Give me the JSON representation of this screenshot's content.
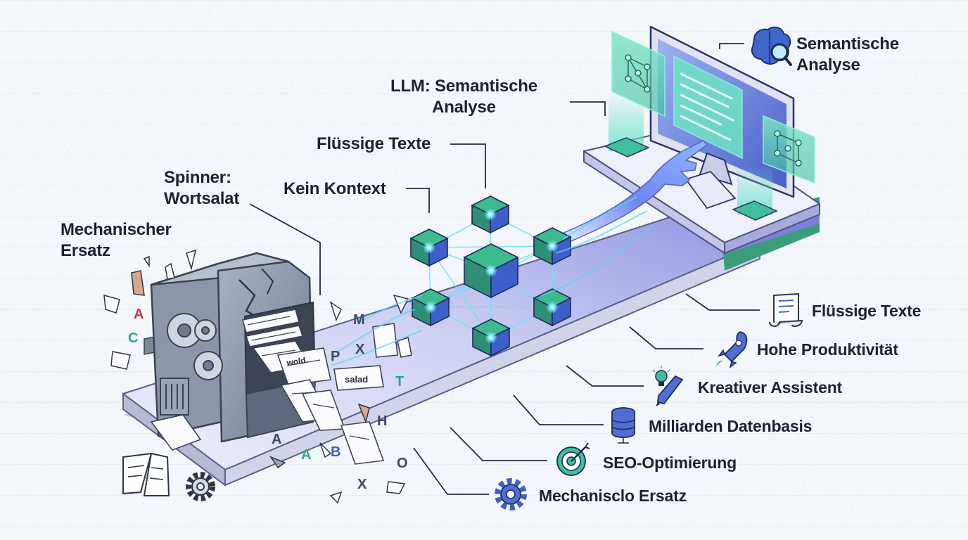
{
  "labels": {
    "semantic_top_line1": "Semantische",
    "semantic_top_line2": "Analyse",
    "llm_line1": "LLM: Semantische",
    "llm_line2": "Analyse",
    "fluent_mid": "Flüssige Texte",
    "no_context": "Kein Kontext",
    "spinner_line1": "Spinner:",
    "spinner_line2": "Wortsalat",
    "mech_line1": "Mechanischer",
    "mech_line2": "Ersatz"
  },
  "benefits": [
    {
      "label": "Flüssige Texte",
      "icon": "scroll-document-icon"
    },
    {
      "label": "Hohe Produktivität",
      "icon": "rocket-icon"
    },
    {
      "label": "Kreativer Assistent",
      "icon": "lightbulb-pen-icon"
    },
    {
      "label": "Milliarden Datenbasis",
      "icon": "database-icon"
    },
    {
      "label": "SEO-Optimierung",
      "icon": "target-icon"
    },
    {
      "label": "Mechanisclo Ersatz",
      "icon": "gear-icon"
    }
  ],
  "paper_text": {
    "salad": "salad",
    "wold": "wold"
  },
  "letters": [
    "A",
    "C",
    "M",
    "X",
    "P",
    "T",
    "A",
    "H",
    "A",
    "B",
    "X",
    "O"
  ],
  "colors": {
    "platform": "#dfe1f7",
    "platform_accent": "#7b7fd9",
    "cube_green": "#3fb98e",
    "cube_blue": "#3d5fc9",
    "glow": "#54d6ff",
    "machine_gray": "#8c96a8",
    "screen": "#5a78d6"
  }
}
